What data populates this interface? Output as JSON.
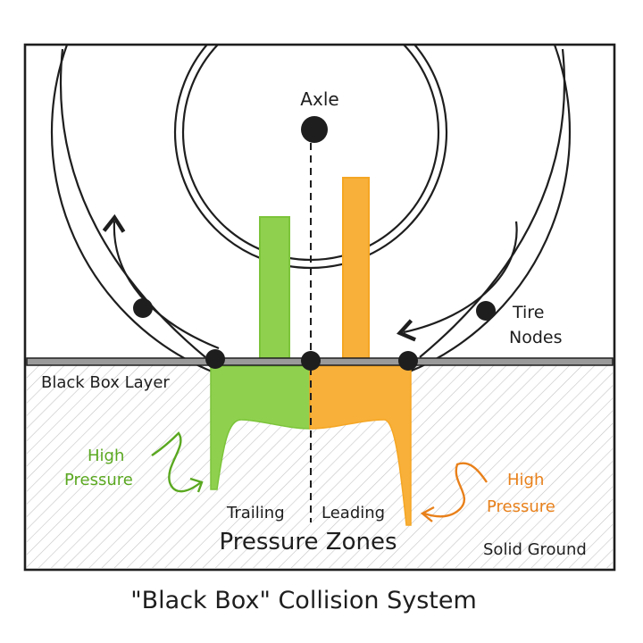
{
  "labels": {
    "axle": "Axle",
    "tire_nodes_line1": "Tire",
    "tire_nodes_line2": "Nodes",
    "black_box_layer": "Black Box Layer",
    "high_pressure_left_line1": "High",
    "high_pressure_left_line2": "Pressure",
    "high_pressure_right_line1": "High",
    "high_pressure_right_line2": "Pressure",
    "trailing": "Trailing",
    "leading": "Leading",
    "pressure_zones": "Pressure Zones",
    "solid_ground": "Solid Ground",
    "caption": "\"Black Box\" Collision System"
  },
  "colors": {
    "ink": "#1e1e1e",
    "trailing_green": "#7cc43a",
    "trailing_green_fill": "#8fd14f",
    "leading_orange": "#f5a623",
    "leading_orange_fill": "#f8b03a",
    "green_text": "#5aa820",
    "orange_text": "#e8801a",
    "layer_gray": "#9a9a9a",
    "hatch": "#c8c8c8"
  }
}
